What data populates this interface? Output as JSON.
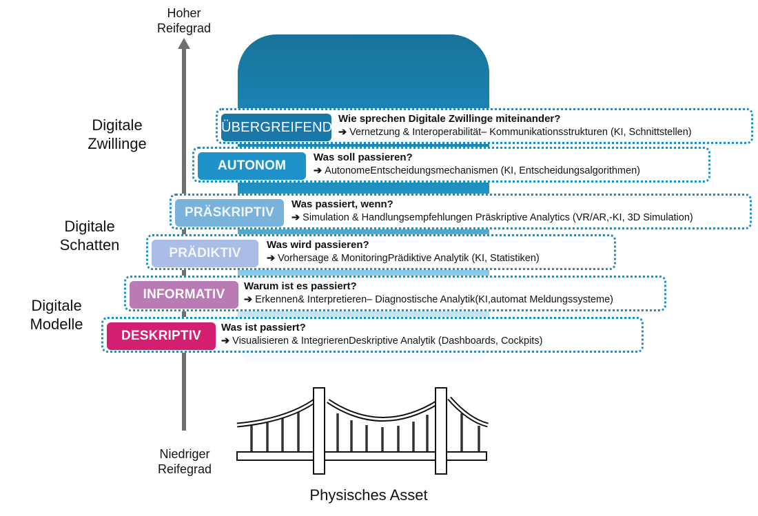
{
  "axis": {
    "top_label_line1": "Hoher",
    "top_label_line2": "Reifegrad",
    "bottom_label_line1": "Niedriger",
    "bottom_label_line2": "Reifegrad"
  },
  "groups": [
    {
      "line1": "Digitale",
      "line2": "Zwillinge"
    },
    {
      "line1": "Digitale",
      "line2": "Schatten"
    },
    {
      "line1": "Digitale",
      "line2": "Modelle"
    }
  ],
  "levels": [
    {
      "badge": "ÜBERGREIFEND",
      "color": "#1a78a8",
      "question": "Wie sprechen Digitale Zwillinge miteinander?",
      "arrow": "➔",
      "answer": "Vernetzung & Interoperabilität– Kommunikationsstrukturen (KI, Schnittstellen)"
    },
    {
      "badge": "AUTONOM",
      "color": "#1f93c9",
      "question": "Was soll passieren?",
      "arrow": "➔",
      "answer": "AutonomeEntscheidungsmechanismen (KI, Entscheidungsalgorithmen)"
    },
    {
      "badge": "PRÄSKRIPTIV",
      "color": "#79b2db",
      "question": "Was passiert, wenn?",
      "arrow": "➔",
      "answer": "Simulation & Handlungsempfehlungen Präskriptive  Analytics  (VR/AR,-KI, 3D  Simulation)"
    },
    {
      "badge": "PRÄDIKTIV",
      "color": "#a9bde6",
      "question": "Was wird passieren?",
      "arrow": "➔",
      "answer": "Vorhersage & MonitoringPrädiktive Analytik  (KI, Statistiken)"
    },
    {
      "badge": "INFORMATIV",
      "color": "#b97ab5",
      "question": "Warum ist es passiert?",
      "arrow": "➔",
      "answer": "Erkennen& Interpretieren– Diagnostische Analytik(KI,automat  Meldungssysteme)"
    },
    {
      "badge": "DESKRIPTIV",
      "color": "#d21f72",
      "question": "Was ist passiert?",
      "arrow": "➔",
      "answer": "Visualisieren & IntegrierenDeskriptive Analytik (Dashboards, Cockpits)"
    }
  ],
  "footer": {
    "label": "Physisches Asset"
  }
}
